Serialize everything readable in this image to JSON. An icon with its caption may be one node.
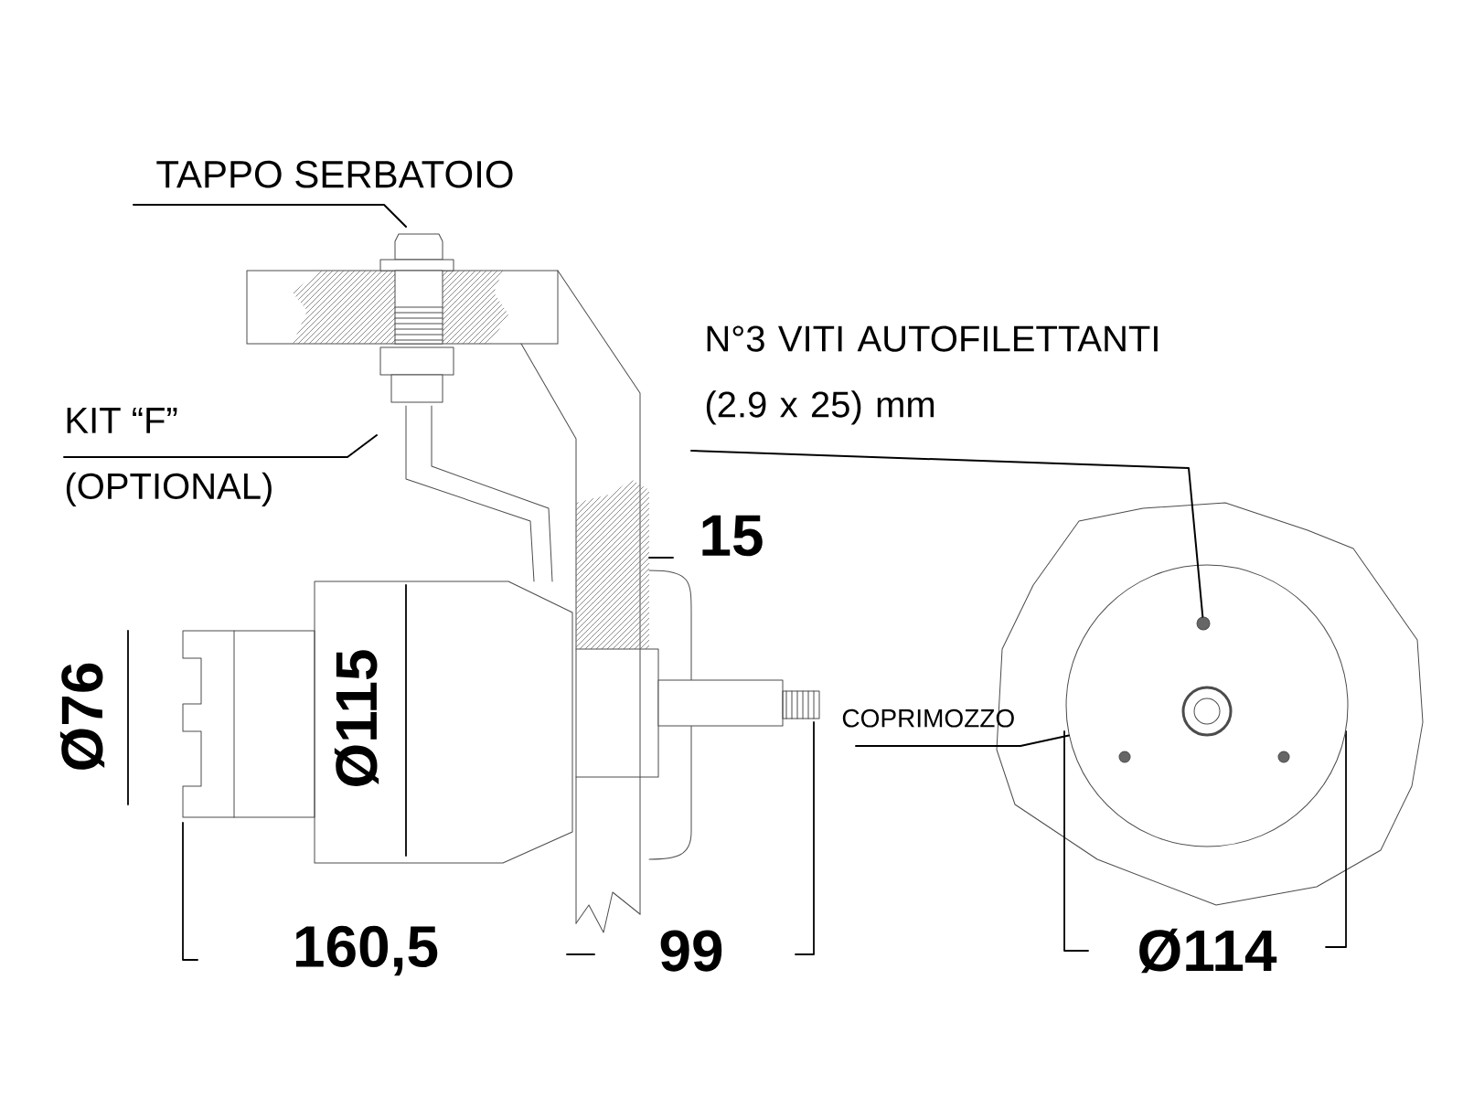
{
  "diagram": {
    "nodes": [
      {
        "text": [
          "TAPPO SERBATOIO"
        ]
      },
      {
        "text": [
          "KIT “F”",
          "(OPTIONAL)"
        ]
      },
      {
        "text": [
          "N°3 VITI AUTOFILETTANTI (2.9 x 25) mm"
        ]
      },
      {
        "text": [
          "COPRIMOZZO"
        ]
      },
      {
        "text": [],
        "shape": "circle"
      },
      {
        "text": [],
        "shape": "circle",
        "in": 4
      }
    ],
    "edges": [
      {
        "from": 0,
        "to": null,
        "arrow": "none"
      },
      {
        "from": 1,
        "to": null,
        "arrow": "none"
      },
      {
        "from": 2,
        "to": 5,
        "arrow": "none"
      },
      {
        "from": 3,
        "to": 4,
        "arrow": "none"
      }
    ],
    "labels": [
      "Ø76",
      "Ø115",
      "15",
      "160,5",
      "99",
      "Ø114"
    ]
  }
}
